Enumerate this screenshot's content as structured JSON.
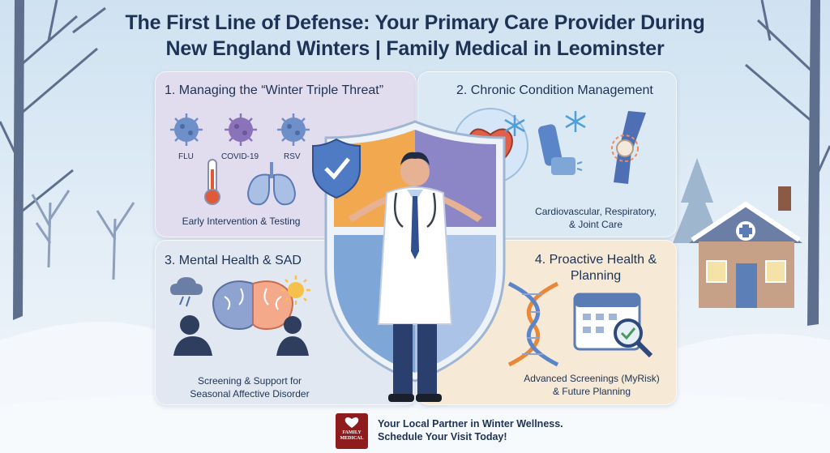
{
  "title_line1": "The First Line of Defense: Your Primary Care Provider During",
  "title_line2": "New England Winters | Family Medical in Leominster",
  "panels": [
    {
      "heading": "1. Managing the “Winter Triple Threat”",
      "virus_labels": [
        "FLU",
        "COVID-19",
        "RSV"
      ],
      "caption": "Early Intervention & Testing"
    },
    {
      "heading": "2. Chronic Condition Management",
      "caption_line1": "Cardiovascular, Respiratory,",
      "caption_line2": "& Joint Care"
    },
    {
      "heading": "3. Mental Health & SAD",
      "caption_line1": "Screening & Support for",
      "caption_line2": "Seasonal Affective Disorder"
    },
    {
      "heading_line1": "4. Proactive Health &",
      "heading_line2": "Planning",
      "caption_line1": "Advanced Screenings (MyRisk)",
      "caption_line2": "& Future Planning"
    }
  ],
  "footer": {
    "line1": "Your Local Partner in Winter Wellness.",
    "line2": "Schedule Your Visit Today!",
    "logo_line1": "FAMILY",
    "logo_line2": "MEDICAL"
  },
  "colors": {
    "navy": "#1d3355",
    "virus_blue": "#6f8fc9",
    "virus_purple": "#8a73b8",
    "shield_orange": "#f1a84f",
    "shield_purple": "#8d86c6",
    "shield_blue": "#7ea6d6",
    "logo_red": "#8f1c1c"
  },
  "icons": [
    "virus-icon",
    "thermometer-icon",
    "lungs-icon",
    "heart-icon",
    "snowflake-icon",
    "inhaler-icon",
    "knee-joint-icon",
    "storm-cloud-icon",
    "brain-icon",
    "sun-icon",
    "dna-icon",
    "calendar-icon",
    "magnifier-icon",
    "shield-check-icon",
    "doctor-figure",
    "house-icon"
  ]
}
